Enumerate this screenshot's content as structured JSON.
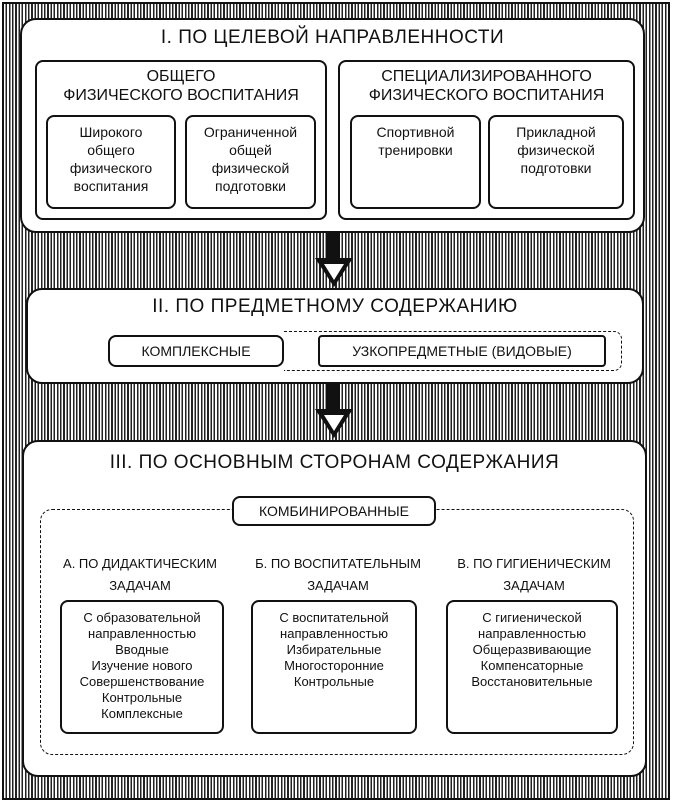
{
  "section1": {
    "title": "I. ПО ЦЕЛЕВОЙ НАПРАВЛЕННОСТИ",
    "group_general": {
      "title": "ОБЩЕГО\nФИЗИЧЕСКОГО ВОСПИТАНИЯ",
      "items": [
        "Широкого\nобщего\nфизического\nвоспитания",
        "Ограниченной\nобщей\nфизической\nподготовки"
      ]
    },
    "group_special": {
      "title": "СПЕЦИАЛИЗИРОВАННОГО\nФИЗИЧЕСКОГО ВОСПИТАНИЯ",
      "items": [
        "Спортивной\nтренировки",
        "Прикладной\nфизической\nподготовки"
      ]
    }
  },
  "section2": {
    "title": "II. ПО ПРЕДМЕТНОМУ СОДЕРЖАНИЮ",
    "complex": "КОМПЛЕКСНЫЕ",
    "narrow": "УЗКОПРЕДМЕТНЫЕ (ВИДОВЫЕ)"
  },
  "section3": {
    "title": "III. ПО ОСНОВНЫМ СТОРОНАМ СОДЕРЖАНИЯ",
    "combined": "КОМБИНИРОВАННЫЕ",
    "columns": [
      {
        "heading": "А. ПО ДИДАКТИЧЕСКИМ\nЗАДАЧАМ",
        "items": "С образовательной\nнаправленностью\nВводные\nИзучение нового\nСовершенствование\nКонтрольные\nКомплексные"
      },
      {
        "heading": "Б. ПО ВОСПИТАТЕЛЬНЫМ\nЗАДАЧАМ",
        "items": "С воспитательной\nнаправленностью\nИзбирательные\nМногосторонние\nКонтрольные"
      },
      {
        "heading": "В. ПО ГИГИЕНИЧЕСКИМ\nЗАДАЧАМ",
        "items": "С гигиенической\nнаправленностью\nОбщеразвивающие\nКомпенсаторные\nВосстановительные"
      }
    ]
  }
}
